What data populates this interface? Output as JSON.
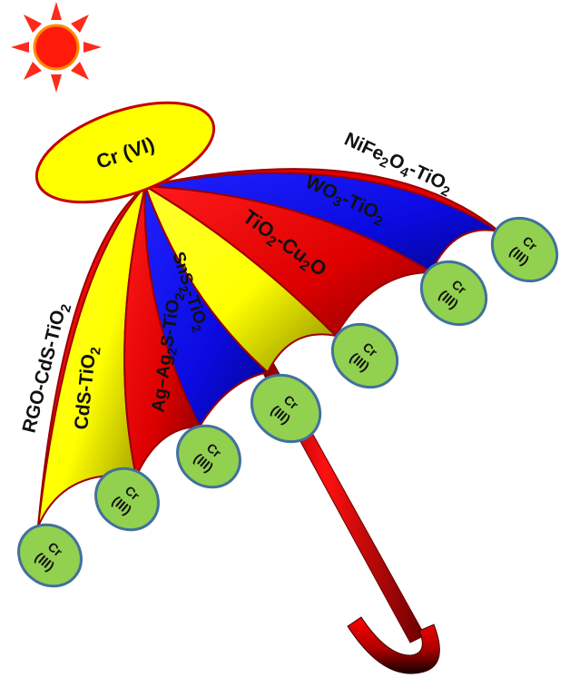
{
  "sun": {
    "icon": "sun-icon",
    "color": "#ff2a1a"
  },
  "target": {
    "label": "Cr (VI)",
    "fill": "#ffff00",
    "stroke": "#c00000"
  },
  "canopy_labels": {
    "nife2o4_tio2": [
      "NiFe",
      "2",
      "O",
      "4",
      "-TiO",
      "2"
    ],
    "wo3_tio2": [
      "WO",
      "3",
      "-TiO",
      "2"
    ],
    "tio2_cu2o": [
      "TiO",
      "2",
      "-Cu",
      "2",
      "O"
    ],
    "sns2_tio2": [
      "SnS",
      "2",
      "-TiO",
      "2"
    ],
    "ag_ag2s_tio2": [
      "Ag–Ag",
      "2",
      "S-TiO",
      "2"
    ],
    "cds_tio2": [
      "CdS-TiO",
      "2"
    ],
    "rgo_cds_tio2": [
      "RGO-CdS-TiO",
      "2"
    ]
  },
  "product": {
    "line1": "Cr",
    "line2": "(III)",
    "fill": "#92d050",
    "stroke": "#41719c"
  },
  "colors": {
    "red": "#e30000",
    "yellow": "#ffff00",
    "blue": "#1010e0",
    "handle_top": "#ff0000",
    "handle_bottom": "#150000"
  }
}
